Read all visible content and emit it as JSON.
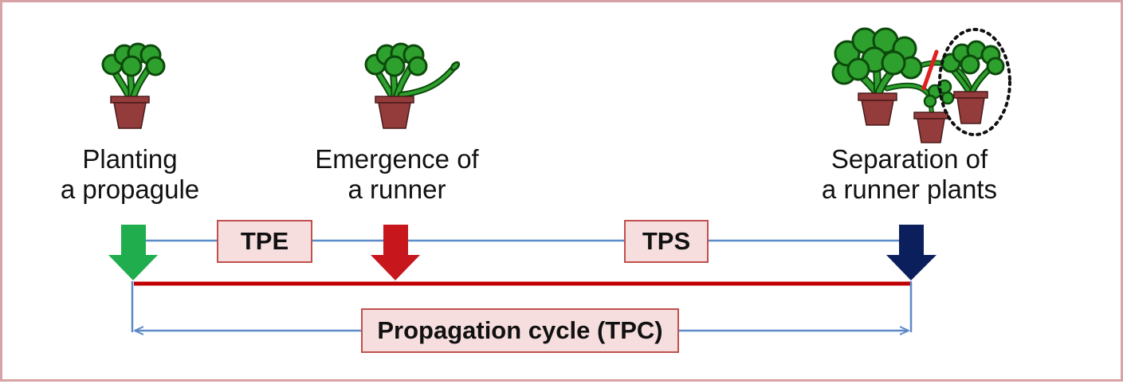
{
  "stages": [
    {
      "id": "planting",
      "line1": "Planting",
      "line2": "a propagule",
      "arrow_color": "#1fad4e",
      "icon": "potted-plant-icon"
    },
    {
      "id": "emergence",
      "line1": "Emergence of",
      "line2": "a runner",
      "arrow_color": "#c8161d",
      "icon": "potted-plant-with-runner-icon"
    },
    {
      "id": "separation",
      "line1": "Separation of",
      "line2": "a runner plants",
      "arrow_color": "#0a1f5c",
      "icon": "mother-plant-and-runner-plants-icon"
    }
  ],
  "intervals": {
    "tpe": "TPE",
    "tps": "TPS",
    "tpc": "Propagation cycle (TPC)"
  },
  "colors": {
    "timeline": "#5b8ac7",
    "cycle_bar": "#c00000",
    "label_fill": "#f7dede",
    "label_border": "#c0504d",
    "leaf": "#2ea02e",
    "leaf_dark": "#0c4a0c",
    "pot": "#943b3b",
    "cut_mark": "#e02020"
  }
}
